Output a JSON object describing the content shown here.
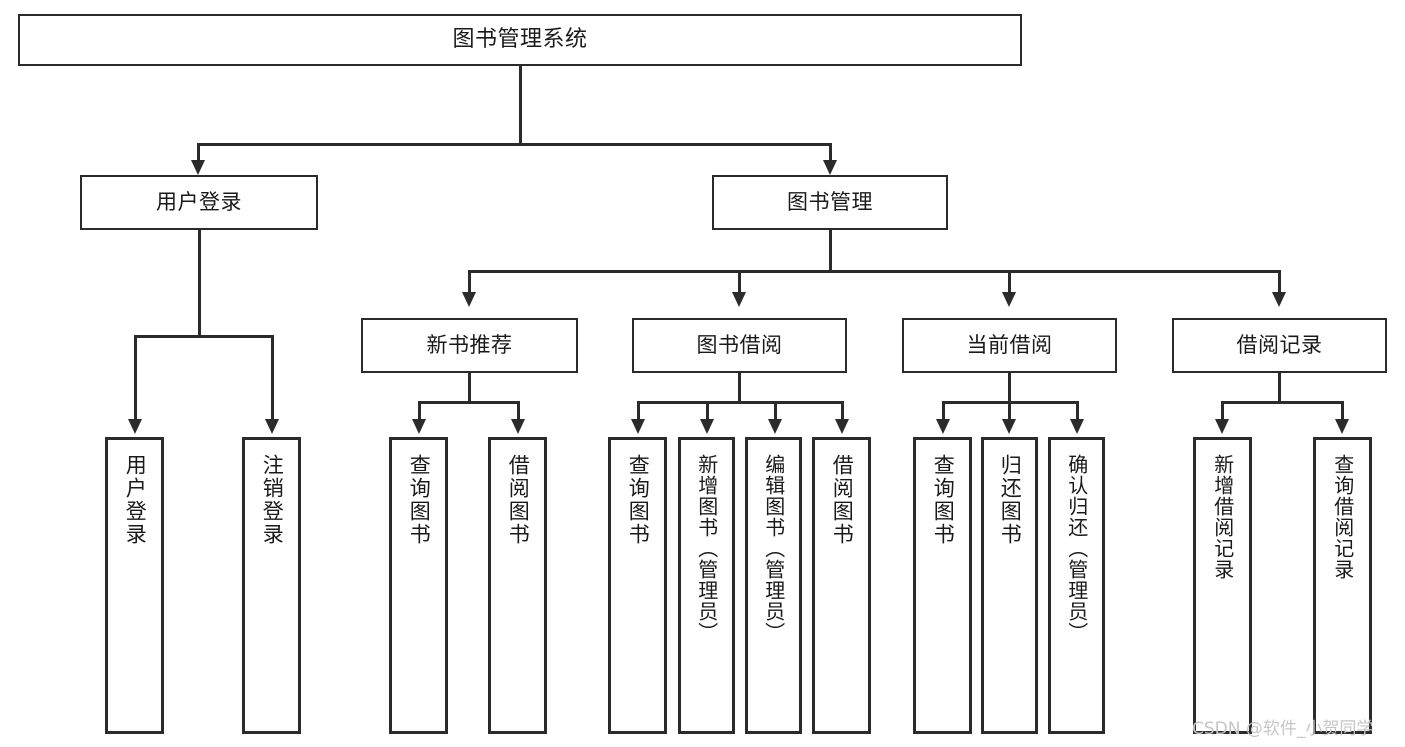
{
  "diagram": {
    "type": "tree-hierarchy",
    "title": "图书管理系统",
    "watermark": "CSDN @软件_小贺同学",
    "accent_color": "#2b2b2b",
    "background_color": "#ffffff",
    "nodes": {
      "root": {
        "label": "图书管理系统"
      },
      "level2": [
        {
          "id": "user-login",
          "label": "用户登录"
        },
        {
          "id": "book-manage",
          "label": "图书管理"
        }
      ],
      "level3": [
        {
          "id": "new-book-recommend",
          "label": "新书推荐"
        },
        {
          "id": "book-borrow",
          "label": "图书借阅"
        },
        {
          "id": "current-borrow",
          "label": "当前借阅"
        },
        {
          "id": "borrow-record",
          "label": "借阅记录"
        }
      ],
      "leaves": {
        "user_login": [
          {
            "id": "leaf-user-login",
            "label": "用户登录"
          },
          {
            "id": "leaf-logout-login",
            "label": "注销登录"
          }
        ],
        "new_book_recommend": [
          {
            "id": "leaf-query-book-1",
            "label": "查询图书"
          },
          {
            "id": "leaf-borrow-book-1",
            "label": "借阅图书"
          }
        ],
        "book_borrow": [
          {
            "id": "leaf-query-book-2",
            "label": "查询图书"
          },
          {
            "id": "leaf-add-book",
            "label": "新增图书（管理员）"
          },
          {
            "id": "leaf-edit-book",
            "label": "编辑图书（管理员）"
          },
          {
            "id": "leaf-borrow-book-2",
            "label": "借阅图书"
          }
        ],
        "current_borrow": [
          {
            "id": "leaf-query-book-3",
            "label": "查询图书"
          },
          {
            "id": "leaf-return-book",
            "label": "归还图书"
          },
          {
            "id": "leaf-confirm-return",
            "label": "确认归还（管理员）"
          }
        ],
        "borrow_record": [
          {
            "id": "leaf-add-record",
            "label": "新增借阅记录"
          },
          {
            "id": "leaf-query-record",
            "label": "查询借阅记录"
          }
        ]
      }
    }
  }
}
